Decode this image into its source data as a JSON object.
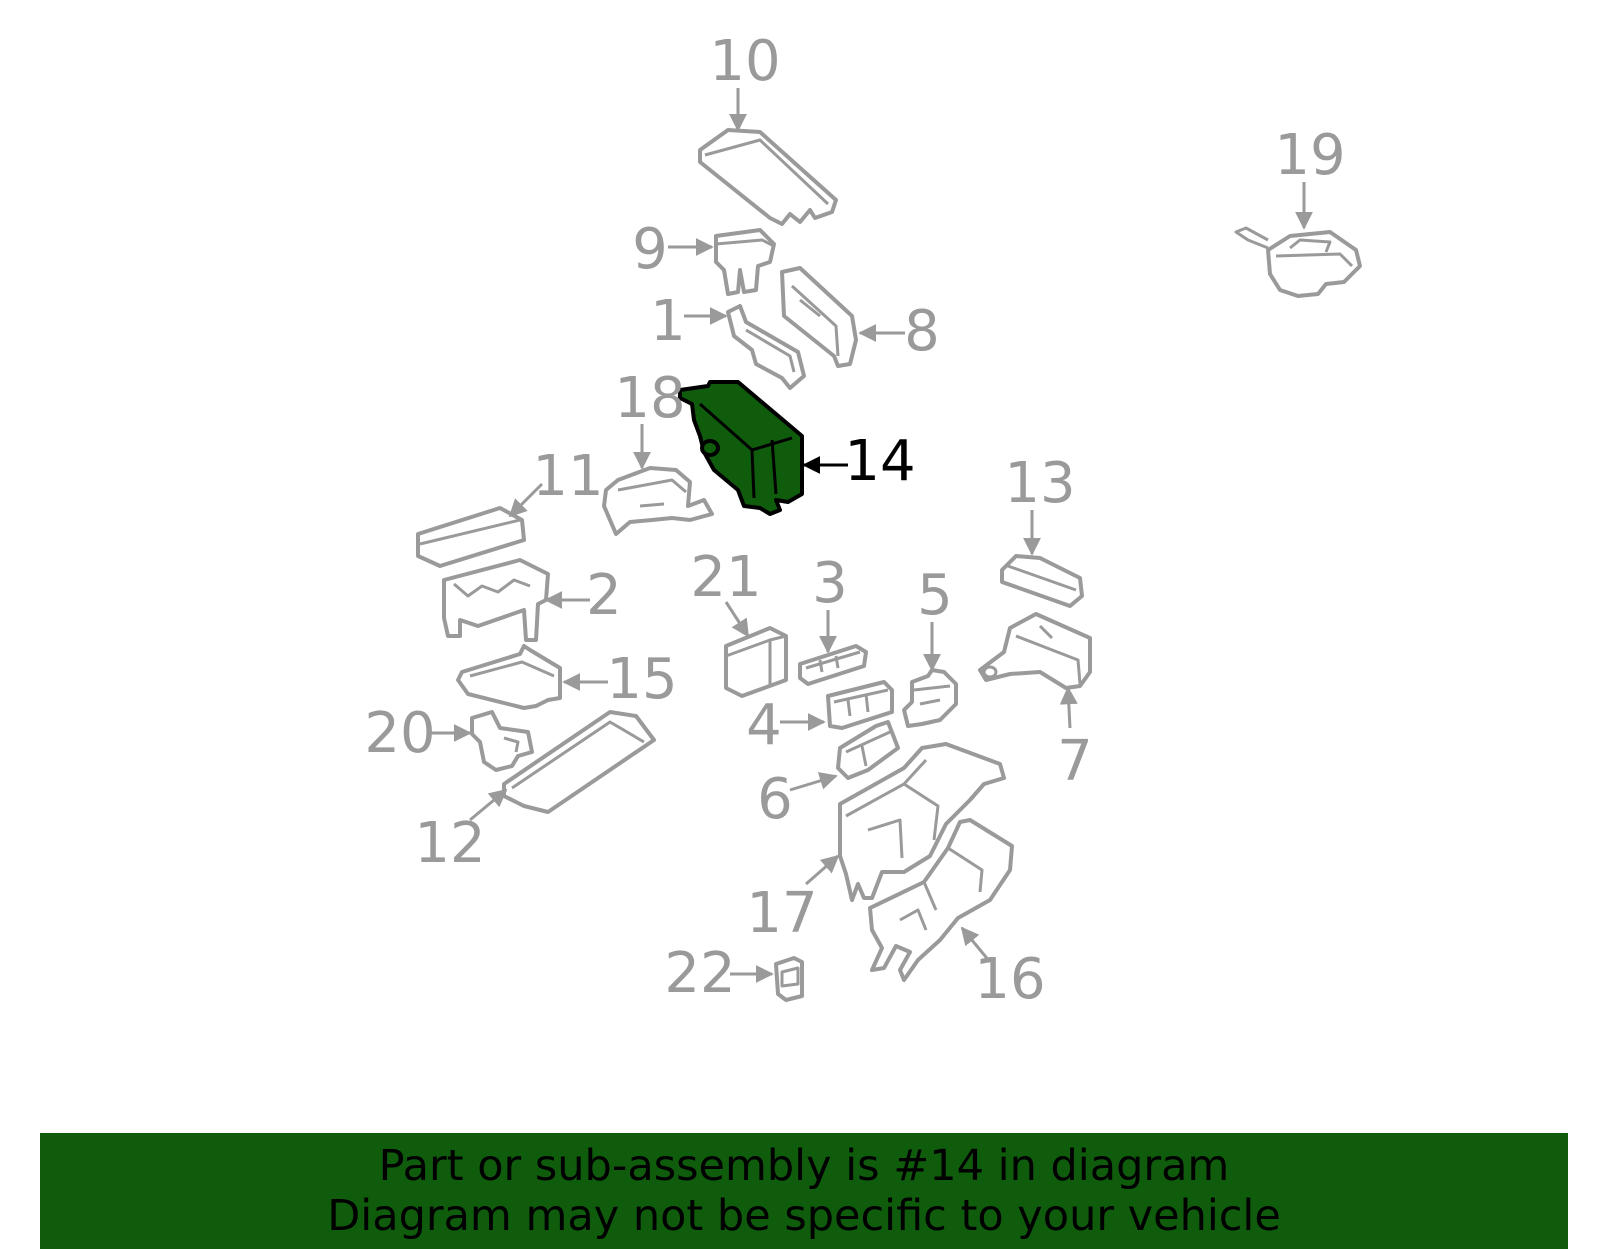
{
  "highlight_part": "14",
  "highlight_color": "#0f5c0d",
  "line_color": "#9a9a9a",
  "labels": {
    "p1": "1",
    "p2": "2",
    "p3": "3",
    "p4": "4",
    "p5": "5",
    "p6": "6",
    "p7": "7",
    "p8": "8",
    "p9": "9",
    "p10": "10",
    "p11": "11",
    "p12": "12",
    "p13": "13",
    "p14": "14",
    "p15": "15",
    "p16": "16",
    "p17": "17",
    "p18": "18",
    "p19": "19",
    "p20": "20",
    "p21": "21",
    "p22": "22"
  },
  "banner": {
    "line1": "Part or sub-assembly is #14 in diagram",
    "line2": "Diagram may not be specific to your vehicle"
  }
}
